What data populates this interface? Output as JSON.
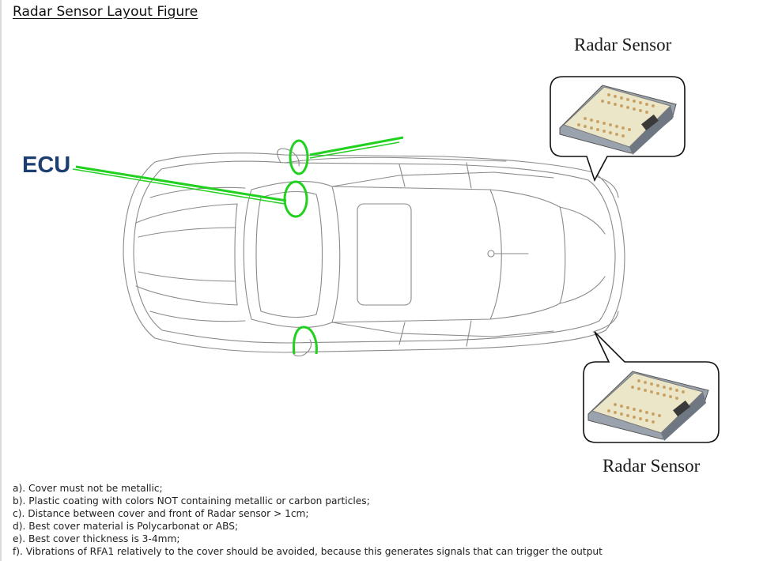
{
  "title": "Radar Sensor Layout Figure",
  "labels": {
    "ecu": "ECU",
    "radar_sensor_top": "Radar Sensor",
    "radar_sensor_bottom": "Radar Sensor"
  },
  "notes": [
    "a). Cover must not be metallic;",
    "b). Plastic coating with colors NOT containing metallic or carbon particles;",
    "c). Distance between cover and front of Radar sensor > 1cm;",
    "d). Best cover material is Polycarbonat or ABS;",
    "e). Best cover thickness is 3-4mm;",
    "f). Vibrations of RFA1 relatively to the cover should be avoided, because this generates signals that can trigger the output"
  ],
  "colors": {
    "ecu_text": "#1c3e70",
    "highlight_green": "#22d020",
    "car_outline": "#8a8a8a"
  }
}
